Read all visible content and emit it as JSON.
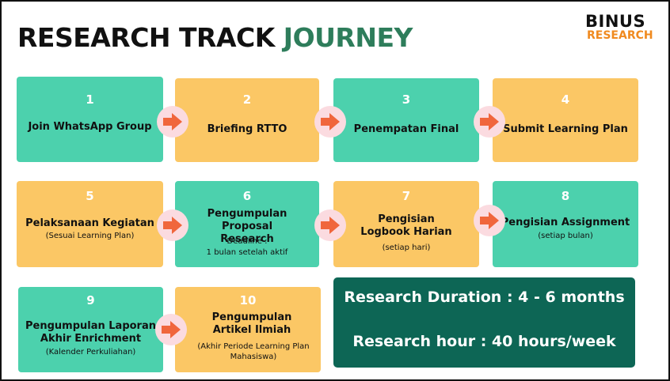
{
  "header": {
    "title_main": "RESEARCH TRACK",
    "title_accent": "JOURNEY",
    "logo_line1": "BINUS",
    "logo_line2": "RESEARCH"
  },
  "colors": {
    "green_step": "#4cd1ad",
    "yellow_step": "#fbc765",
    "dark_green_panel": "#0d6655",
    "accent_text": "#2e7d5b",
    "arrow_bg": "#fbdbe0",
    "arrow": "#f0663c",
    "logo_orange": "#f08a1f"
  },
  "steps": [
    {
      "number": "1",
      "title": "Join WhatsApp Group"
    },
    {
      "number": "2",
      "title": "Briefing RTTO"
    },
    {
      "number": "3",
      "title": "Penempatan Final"
    },
    {
      "number": "4",
      "title": "Submit Learning Plan"
    },
    {
      "number": "5",
      "title": "Pelaksanaan Kegiatan",
      "note": "(Sesuai Learning Plan)"
    },
    {
      "number": "6",
      "title": "Pengumpulan Proposal Research",
      "note": "Deadline :",
      "note2": "1 bulan setelah aktif"
    },
    {
      "number": "7",
      "title": "Pengisian Logbook Harian",
      "note": "(setiap hari)"
    },
    {
      "number": "8",
      "title": "Pengisian Assignment",
      "note": "(setiap bulan)"
    },
    {
      "number": "9",
      "title": "Pengumpulan Laporan Akhir Enrichment",
      "note": "(Kalender Perkuliahan)"
    },
    {
      "number": "10",
      "title": "Pengumpulan Artikel Ilmiah",
      "note": "(Akhir Periode Learning Plan Mahasiswa)"
    }
  ],
  "summary": {
    "duration": "Research Duration : 4 - 6 months",
    "hours": "Research hour : 40 hours/week"
  }
}
